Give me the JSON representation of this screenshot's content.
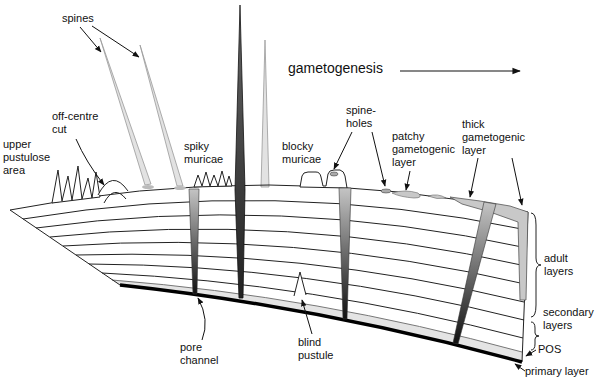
{
  "diagram": {
    "labels": [
      "spines",
      "gametogenesis",
      "off-centre cut",
      "upper pustulose area",
      "spiky muricae",
      "blocky muricae",
      "spine-holes",
      "patchy gametogenic layer",
      "thick gametogenic layer",
      "adult layers",
      "pore channel",
      "blind pustule",
      "secondary layers",
      "POS",
      "primary layer"
    ]
  }
}
